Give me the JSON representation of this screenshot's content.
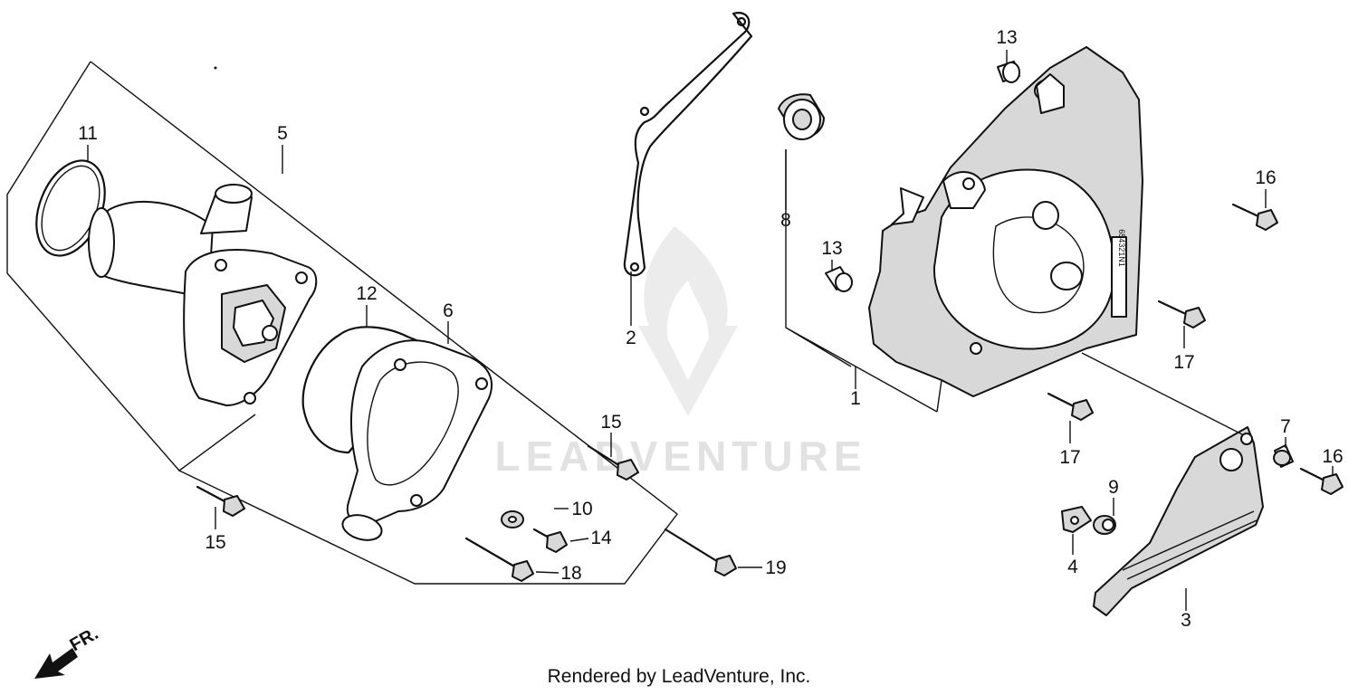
{
  "callouts": {
    "c1": "1",
    "c2": "2",
    "c3": "3",
    "c4": "4",
    "c5": "5",
    "c6": "6",
    "c7": "7",
    "c8": "8",
    "c9": "9",
    "c10": "10",
    "c11": "11",
    "c12": "12",
    "c13a": "13",
    "c13b": "13",
    "c14": "14",
    "c15a": "15",
    "c15b": "15",
    "c16a": "16",
    "c16b": "16",
    "c17a": "17",
    "c17b": "17",
    "c18": "18",
    "c19": "19"
  },
  "front_marker": "FR.",
  "gear_scale": "654321N1",
  "watermark": "LEADVENTURE",
  "caption": "Rendered by LeadVenture, Inc."
}
